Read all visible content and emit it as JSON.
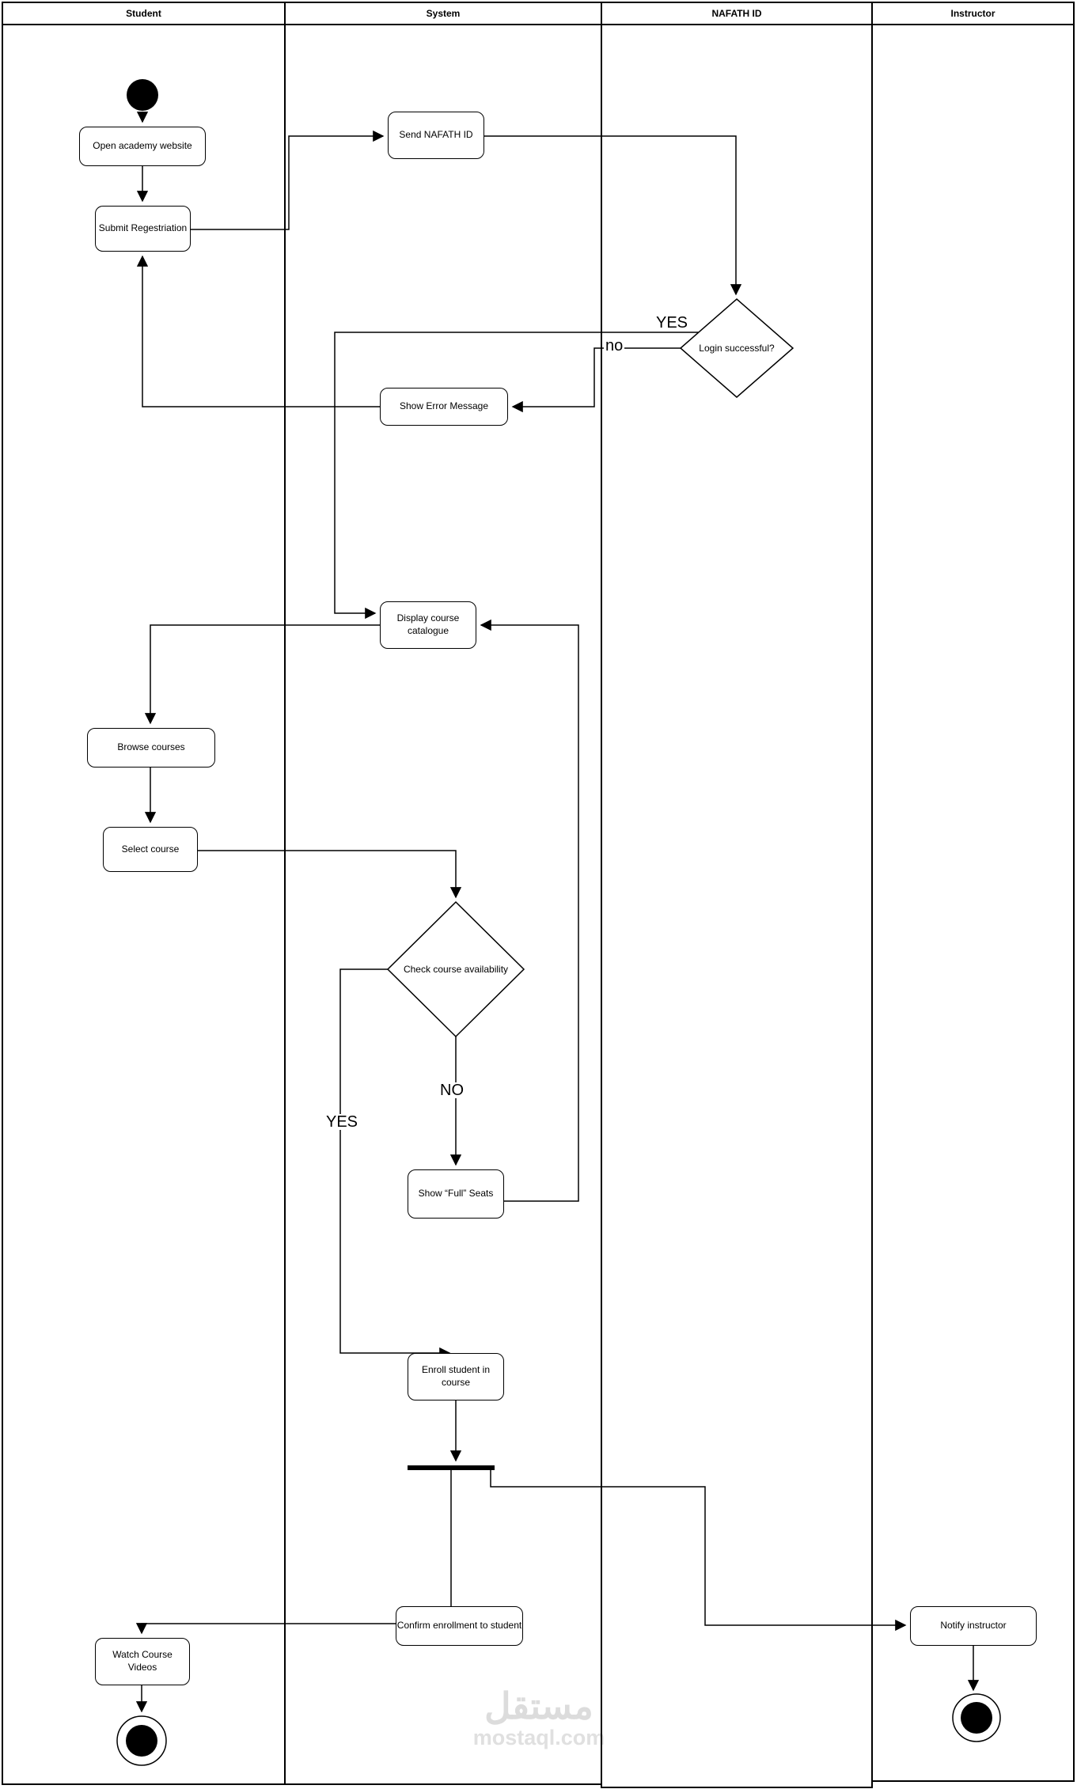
{
  "header": {
    "lanes": [
      {
        "label": "Student"
      },
      {
        "label": "System"
      },
      {
        "label": "NAFATH ID"
      },
      {
        "label": "Instructor"
      }
    ]
  },
  "nodes": {
    "open_academy_website": "Open academy website",
    "submit_registration": "Submit Regestriation",
    "send_nafath_id": "Send NAFATH ID",
    "login_successful": "Login successful?",
    "show_error_message": "Show Error Message",
    "display_course_catalogue": "Display course catalogue",
    "browse_courses": "Browse courses",
    "select_course": "Select course",
    "check_course_availability": "Check course availability",
    "show_full_seats": "Show “Full” Seats",
    "enroll_student_in_course": "Enroll student in course",
    "confirm_enrollment_to_student": "Confirm enrollment to student",
    "watch_course_videos": "Watch Course Videos",
    "notify_instructor": "Notify instructor"
  },
  "edge_labels": {
    "login_yes": "YES",
    "login_no": "no",
    "availability_no": "NO",
    "availability_yes": "YES"
  },
  "watermark": {
    "arabic": "مستقل",
    "latin": "mostaql.com"
  },
  "colors": {
    "line": "#000000",
    "node_fill": "#ffffff",
    "node_border": "#000000",
    "watermark": "#dcdcdc"
  }
}
